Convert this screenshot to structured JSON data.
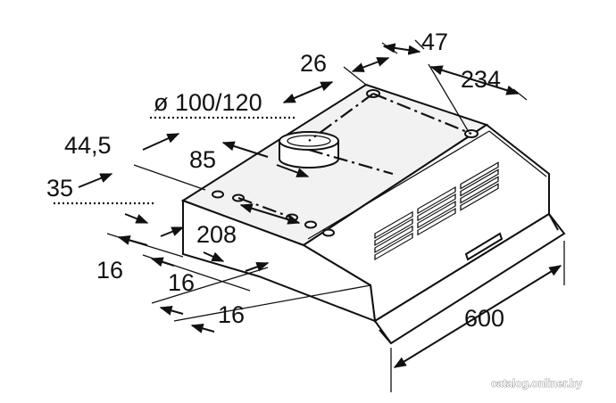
{
  "dimensions": {
    "d47": "47",
    "d26": "26",
    "d234": "234",
    "diameter": "ø 100/120",
    "d44_5": "44,5",
    "d85": "85",
    "d35": "35",
    "d208": "208",
    "d16_a": "16",
    "d16_b": "16",
    "d16_c": "16",
    "d600": "600"
  },
  "watermark": "catalog.onliner.by"
}
